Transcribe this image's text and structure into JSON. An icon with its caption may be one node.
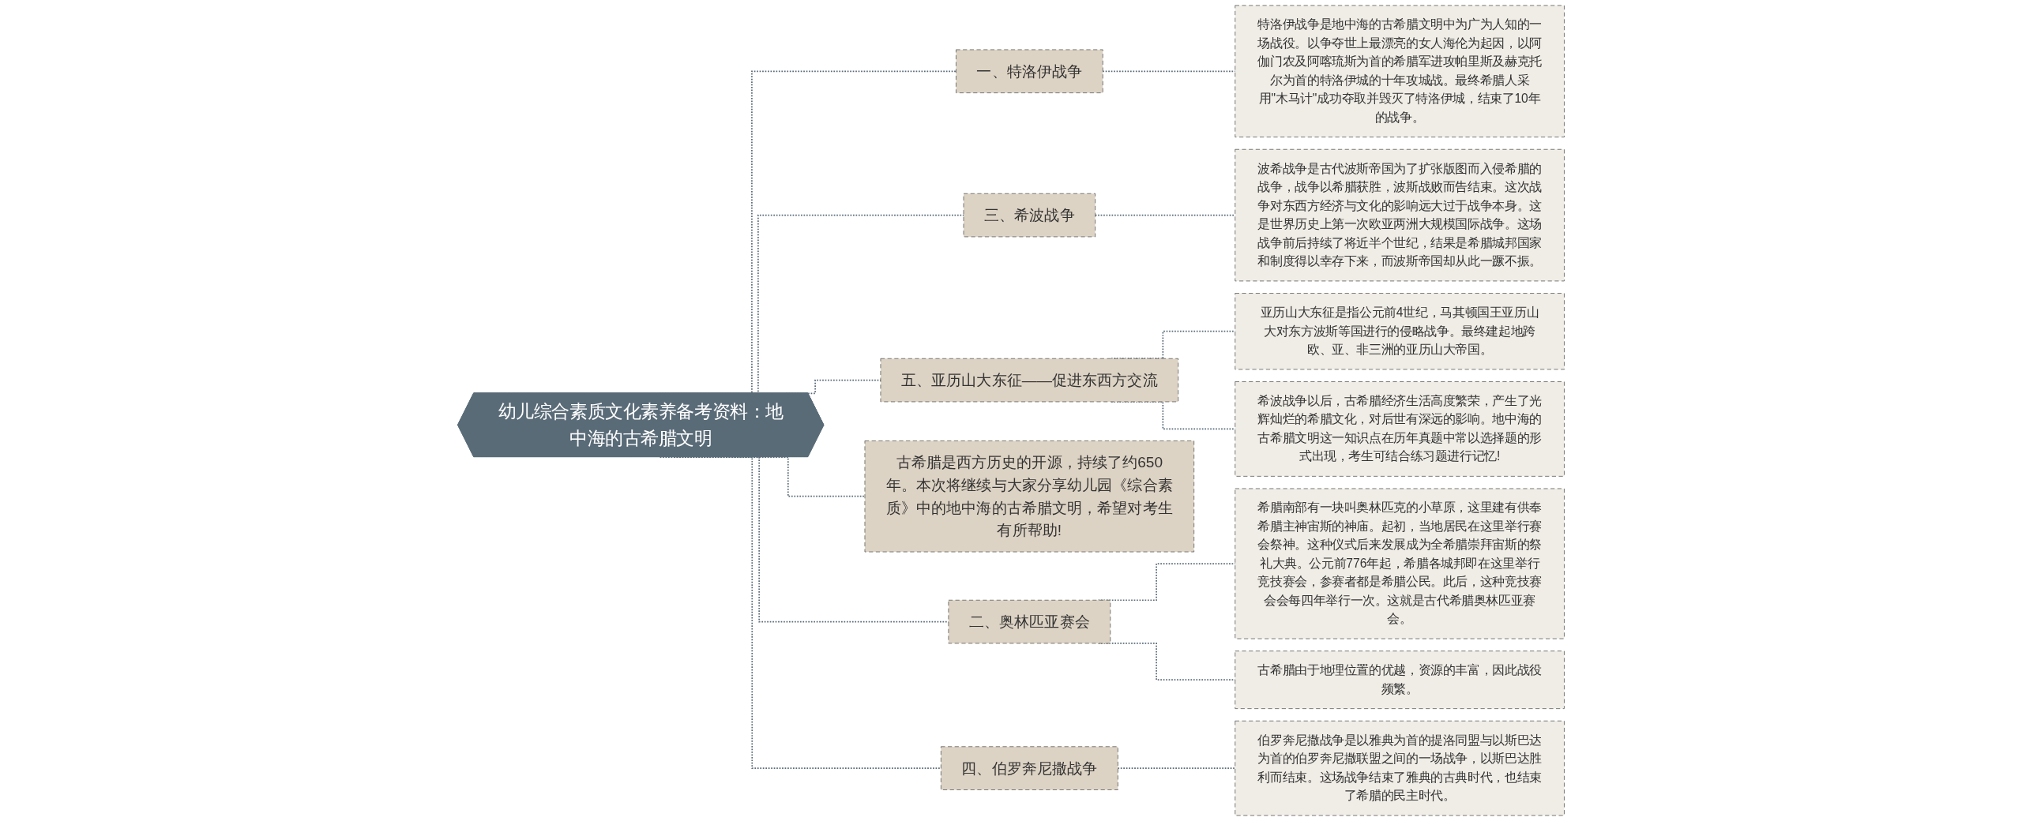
{
  "diagram": {
    "nodes": [
      {
        "text": [
          "幼儿综合素质文化素养备考资料：地中海的古希腊文明"
        ]
      },
      {
        "text": [
          "一、特洛伊战争"
        ]
      },
      {
        "text": [
          "特洛伊战争是地中海的古希腊文明中为广为人知的一场战役。以争夺世上最漂亮的女人海伦为起因，以阿伽门农及阿喀琉斯为首的希腊军进攻帕里斯及赫克托尔为首的特洛伊城的十年攻城战。最终希腊人采用\"木马计\"成功夺取并毁灭了特洛伊城，结束了10年的战争。"
        ]
      },
      {
        "text": [
          "三、希波战争"
        ]
      },
      {
        "text": [
          "波希战争是古代波斯帝国为了扩张版图而入侵希腊的战争，战争以希腊获胜，波斯战败而告结束。这次战争对东西方经济与文化的影响远大过于战争本身。这是世界历史上第一次欧亚两洲大规模国际战争。这场战争前后持续了将近半个世纪，结果是希腊城邦国家和制度得以幸存下来，而波斯帝国却从此一蹶不振。"
        ]
      },
      {
        "text": [
          "五、亚历山大东征——促进东西方交流"
        ]
      },
      {
        "text": [
          "亚历山大东征是指公元前4世纪，马其顿国王亚历山大对东方波斯等国进行的侵略战争。最终建起地跨欧、亚、非三洲的亚历山大帝国。"
        ]
      },
      {
        "text": [
          "希波战争以后，古希腊经济生活高度繁荣，产生了光辉灿烂的希腊文化，对后世有深远的影响。地中海的古希腊文明这一知识点在历年真题中常以选择题的形式出现，考生可结合练习题进行记忆!"
        ]
      },
      {
        "text": [
          "古希腊是西方历史的开源，持续了约650年。本次将继续与大家分享幼儿园《综合素质》中的地中海的古希腊文明，希望对考生有所帮助!"
        ]
      },
      {
        "text": [
          "二、奥林匹亚赛会"
        ]
      },
      {
        "text": [
          "希腊南部有一块叫奥林匹克的小草原，这里建有供奉希腊主神宙斯的神庙。起初，当地居民在这里举行赛会祭神。这种仪式后来发展成为全希腊崇拜宙斯的祭礼大典。公元前776年起，希腊各城邦即在这里举行竞技赛会，参赛者都是希腊公民。此后，这种竞技赛会会每四年举行一次。这就是古代希腊奥林匹亚赛会。"
        ]
      },
      {
        "text": [
          "古希腊由于地理位置的优越，资源的丰富，因此战役频繁。"
        ]
      },
      {
        "text": [
          "四、伯罗奔尼撒战争"
        ]
      },
      {
        "text": [
          "伯罗奔尼撒战争是以雅典为首的提洛同盟与以斯巴达为首的伯罗奔尼撒联盟之间的一场战争，以斯巴达胜利而结束。这场战争结束了雅典的古典时代，也结束了希腊的民主时代。"
        ]
      }
    ],
    "edges": [
      {
        "from": 0,
        "to": 1,
        "arrow": "none",
        "style": "dashed"
      },
      {
        "from": 1,
        "to": 2,
        "arrow": "none",
        "style": "dashed"
      },
      {
        "from": 0,
        "to": 3,
        "arrow": "none",
        "style": "dashed"
      },
      {
        "from": 3,
        "to": 4,
        "arrow": "none",
        "style": "dashed"
      },
      {
        "from": 0,
        "to": 5,
        "arrow": "none",
        "style": "dashed"
      },
      {
        "from": 5,
        "to": 6,
        "arrow": "none",
        "style": "dashed"
      },
      {
        "from": 5,
        "to": 7,
        "arrow": "none",
        "style": "dashed"
      },
      {
        "from": 0,
        "to": 8,
        "arrow": "none",
        "style": "dashed"
      },
      {
        "from": 0,
        "to": 9,
        "arrow": "none",
        "style": "dashed"
      },
      {
        "from": 9,
        "to": 10,
        "arrow": "none",
        "style": "dashed"
      },
      {
        "from": 9,
        "to": 11,
        "arrow": "none",
        "style": "dashed"
      },
      {
        "from": 0,
        "to": 12,
        "arrow": "none",
        "style": "dashed"
      },
      {
        "from": 12,
        "to": 13,
        "arrow": "none",
        "style": "dashed"
      }
    ]
  }
}
